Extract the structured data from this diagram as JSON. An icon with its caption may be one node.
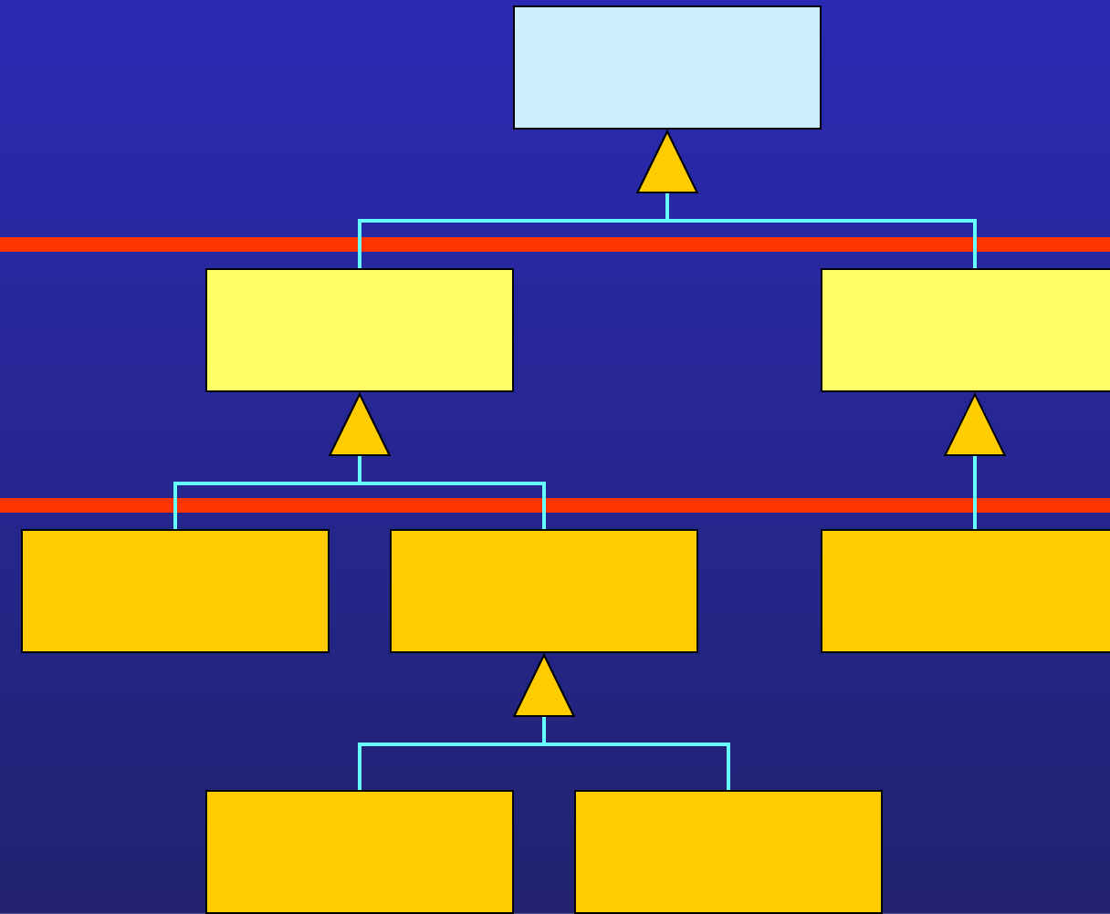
{
  "diagram": {
    "nodes": [
      {
        "text": [],
        "shape": "box"
      },
      {
        "text": [],
        "shape": "box"
      },
      {
        "text": [],
        "shape": "box"
      },
      {
        "text": [],
        "shape": "box"
      },
      {
        "text": [],
        "shape": "box"
      },
      {
        "text": [],
        "shape": "box"
      },
      {
        "text": [],
        "shape": "box"
      },
      {
        "text": [],
        "shape": "box"
      }
    ],
    "edges": [
      {
        "from": 1,
        "to": 0,
        "arrow": "to"
      },
      {
        "from": 2,
        "to": 0,
        "arrow": "to"
      },
      {
        "from": 3,
        "to": 1,
        "arrow": "to"
      },
      {
        "from": 4,
        "to": 1,
        "arrow": "to"
      },
      {
        "from": 5,
        "to": 2,
        "arrow": "to"
      },
      {
        "from": 6,
        "to": 4,
        "arrow": "to"
      },
      {
        "from": 7,
        "to": 4,
        "arrow": "to"
      }
    ]
  }
}
